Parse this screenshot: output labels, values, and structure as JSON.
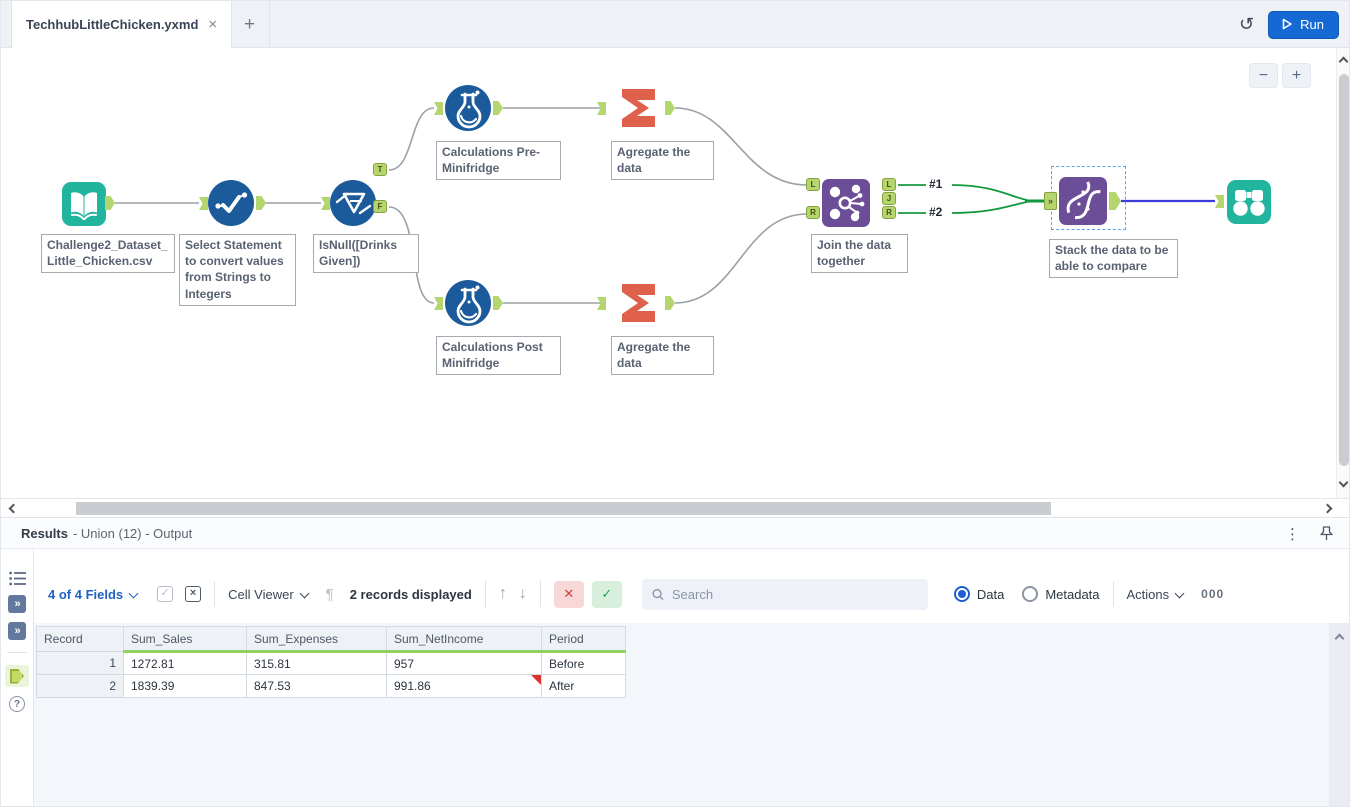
{
  "tab_bar": {
    "active_tab_title": "TechhubLittleChicken.yxmd",
    "run_button_label": "Run"
  },
  "icons": {
    "close_tab": "×",
    "new_tab": "+",
    "history": "↺",
    "zoom_out": "−",
    "zoom_in": "+",
    "kebab": "⋮",
    "checkbox_check": "✓",
    "deselect_x": "×",
    "paragraph": "¶",
    "arrow_up": "↑",
    "arrow_down": "↓",
    "cancel": "✕",
    "apply": "✓",
    "chevrons_right": "»",
    "help": "?"
  },
  "canvas": {
    "anchors": {
      "t": "T",
      "f": "F",
      "l_in": "L",
      "r_in": "R",
      "l_out": "L",
      "j_out": "J",
      "r_out": "R"
    },
    "connection_labels": {
      "one": "#1",
      "two": "#2"
    },
    "nodes": {
      "input": {
        "label": "Challenge2_Dataset_Little_Chicken.csv"
      },
      "select": {
        "label": "Select Statement to convert values from Strings to Integers"
      },
      "filter": {
        "label": "IsNull([Drinks Given])"
      },
      "formula_pre": {
        "label": "Calculations Pre-Minifridge"
      },
      "summarize_pre": {
        "label": "Agregate the data"
      },
      "formula_post": {
        "label": "Calculations Post Minifridge"
      },
      "summarize_post": {
        "label": "Agregate the data"
      },
      "join": {
        "label": "Join the data together"
      },
      "union": {
        "label": "Stack the data to be able to compare"
      }
    }
  },
  "results": {
    "title": "Results",
    "subtitle": "- Union (12) - Output",
    "toolbar": {
      "fields_dropdown": "4 of 4 Fields",
      "cell_viewer_dropdown": "Cell Viewer",
      "records_text": "2 records displayed",
      "search_placeholder": "Search",
      "data_radio": "Data",
      "metadata_radio": "Metadata",
      "actions_dropdown": "Actions",
      "cell_value_preview": "000"
    },
    "table": {
      "columns": [
        "Record",
        "Sum_Sales",
        "Sum_Expenses",
        "Sum_NetIncome",
        "Period"
      ],
      "rows": [
        [
          "1",
          "1272.81",
          "315.81",
          "957",
          "Before"
        ],
        [
          "2",
          "1839.39",
          "847.53",
          "991.86",
          "After"
        ]
      ]
    }
  }
}
